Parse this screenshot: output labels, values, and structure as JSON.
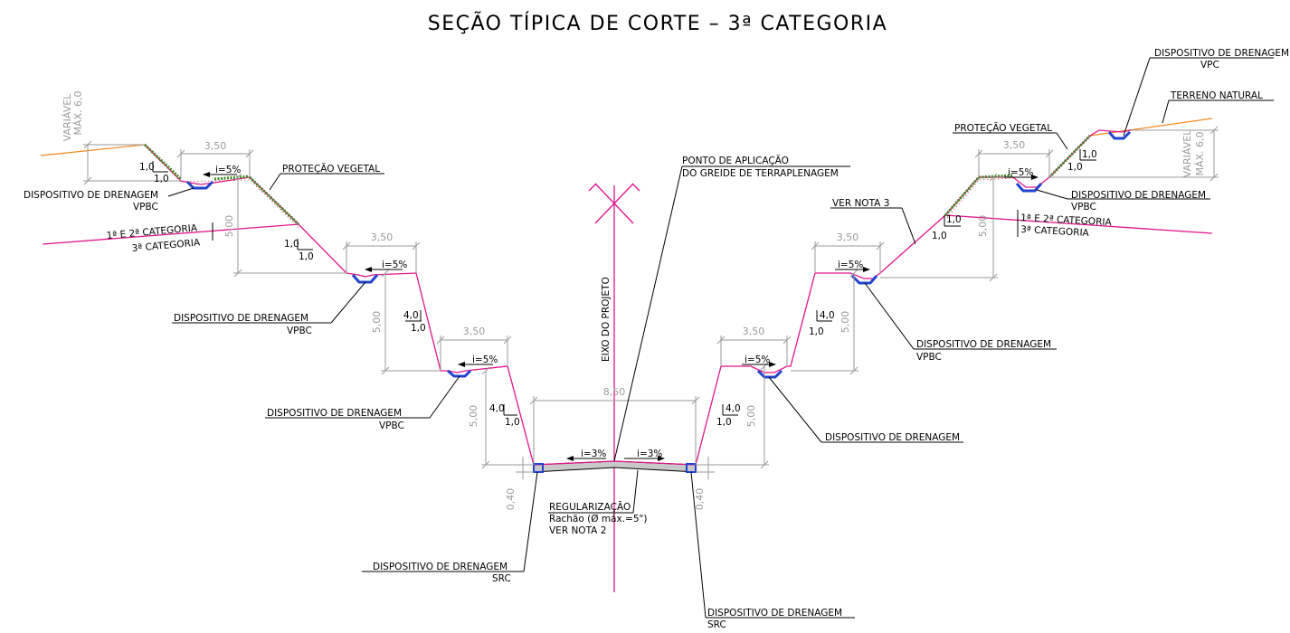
{
  "title": "SEÇÃO TÍPICA DE CORTE – 3ª CATEGORIA",
  "axis_label": "EIXO DO PROJETO",
  "pavement": {
    "application_point_line1": "PONTO DE APLICAÇÃO",
    "application_point_line2": "DO GREIDE DE TERRAPLENAGEM",
    "regularizacao": "REGULARIZAÇÃO",
    "rachao": "Rachão (Ø máx.=5\")",
    "ver_nota_2": "VER NOTA 2",
    "slope_left": "i=3%",
    "slope_right": "i=3%",
    "width": "8,50",
    "thickness_left": "0,40",
    "thickness_right": "0,40"
  },
  "drainage": {
    "label": "DISPOSITIVO DE DRENAGEM",
    "vpbc": "VPBC",
    "vpc": "VPC",
    "src": "SRC"
  },
  "terrain": {
    "terreno_natural": "TERRENO NATURAL",
    "protecao_vegetal": "PROTEÇÃO VEGETAL",
    "ver_nota_3": "VER NOTA 3",
    "cat_12": "1ª E 2ª CATEGORIA",
    "cat_3": "3ª CATEGORIA",
    "variavel": "VARIÁVEL",
    "max_6": "MÁX. 6,0"
  },
  "dimensions": {
    "berm_width": "3,50",
    "bench_height": "5,00",
    "berm_slope": "i=5%",
    "slope_v": "1,0",
    "slope_h": "1,0",
    "rock_v": "4,0",
    "rock_h": "1,0"
  },
  "colors": {
    "cut_line": "#e0148c",
    "natural_terrain": "#f08a1e",
    "drainage": "#2244cc",
    "vegetation": "#3c8a1e",
    "dimension": "#9a9a9a"
  }
}
